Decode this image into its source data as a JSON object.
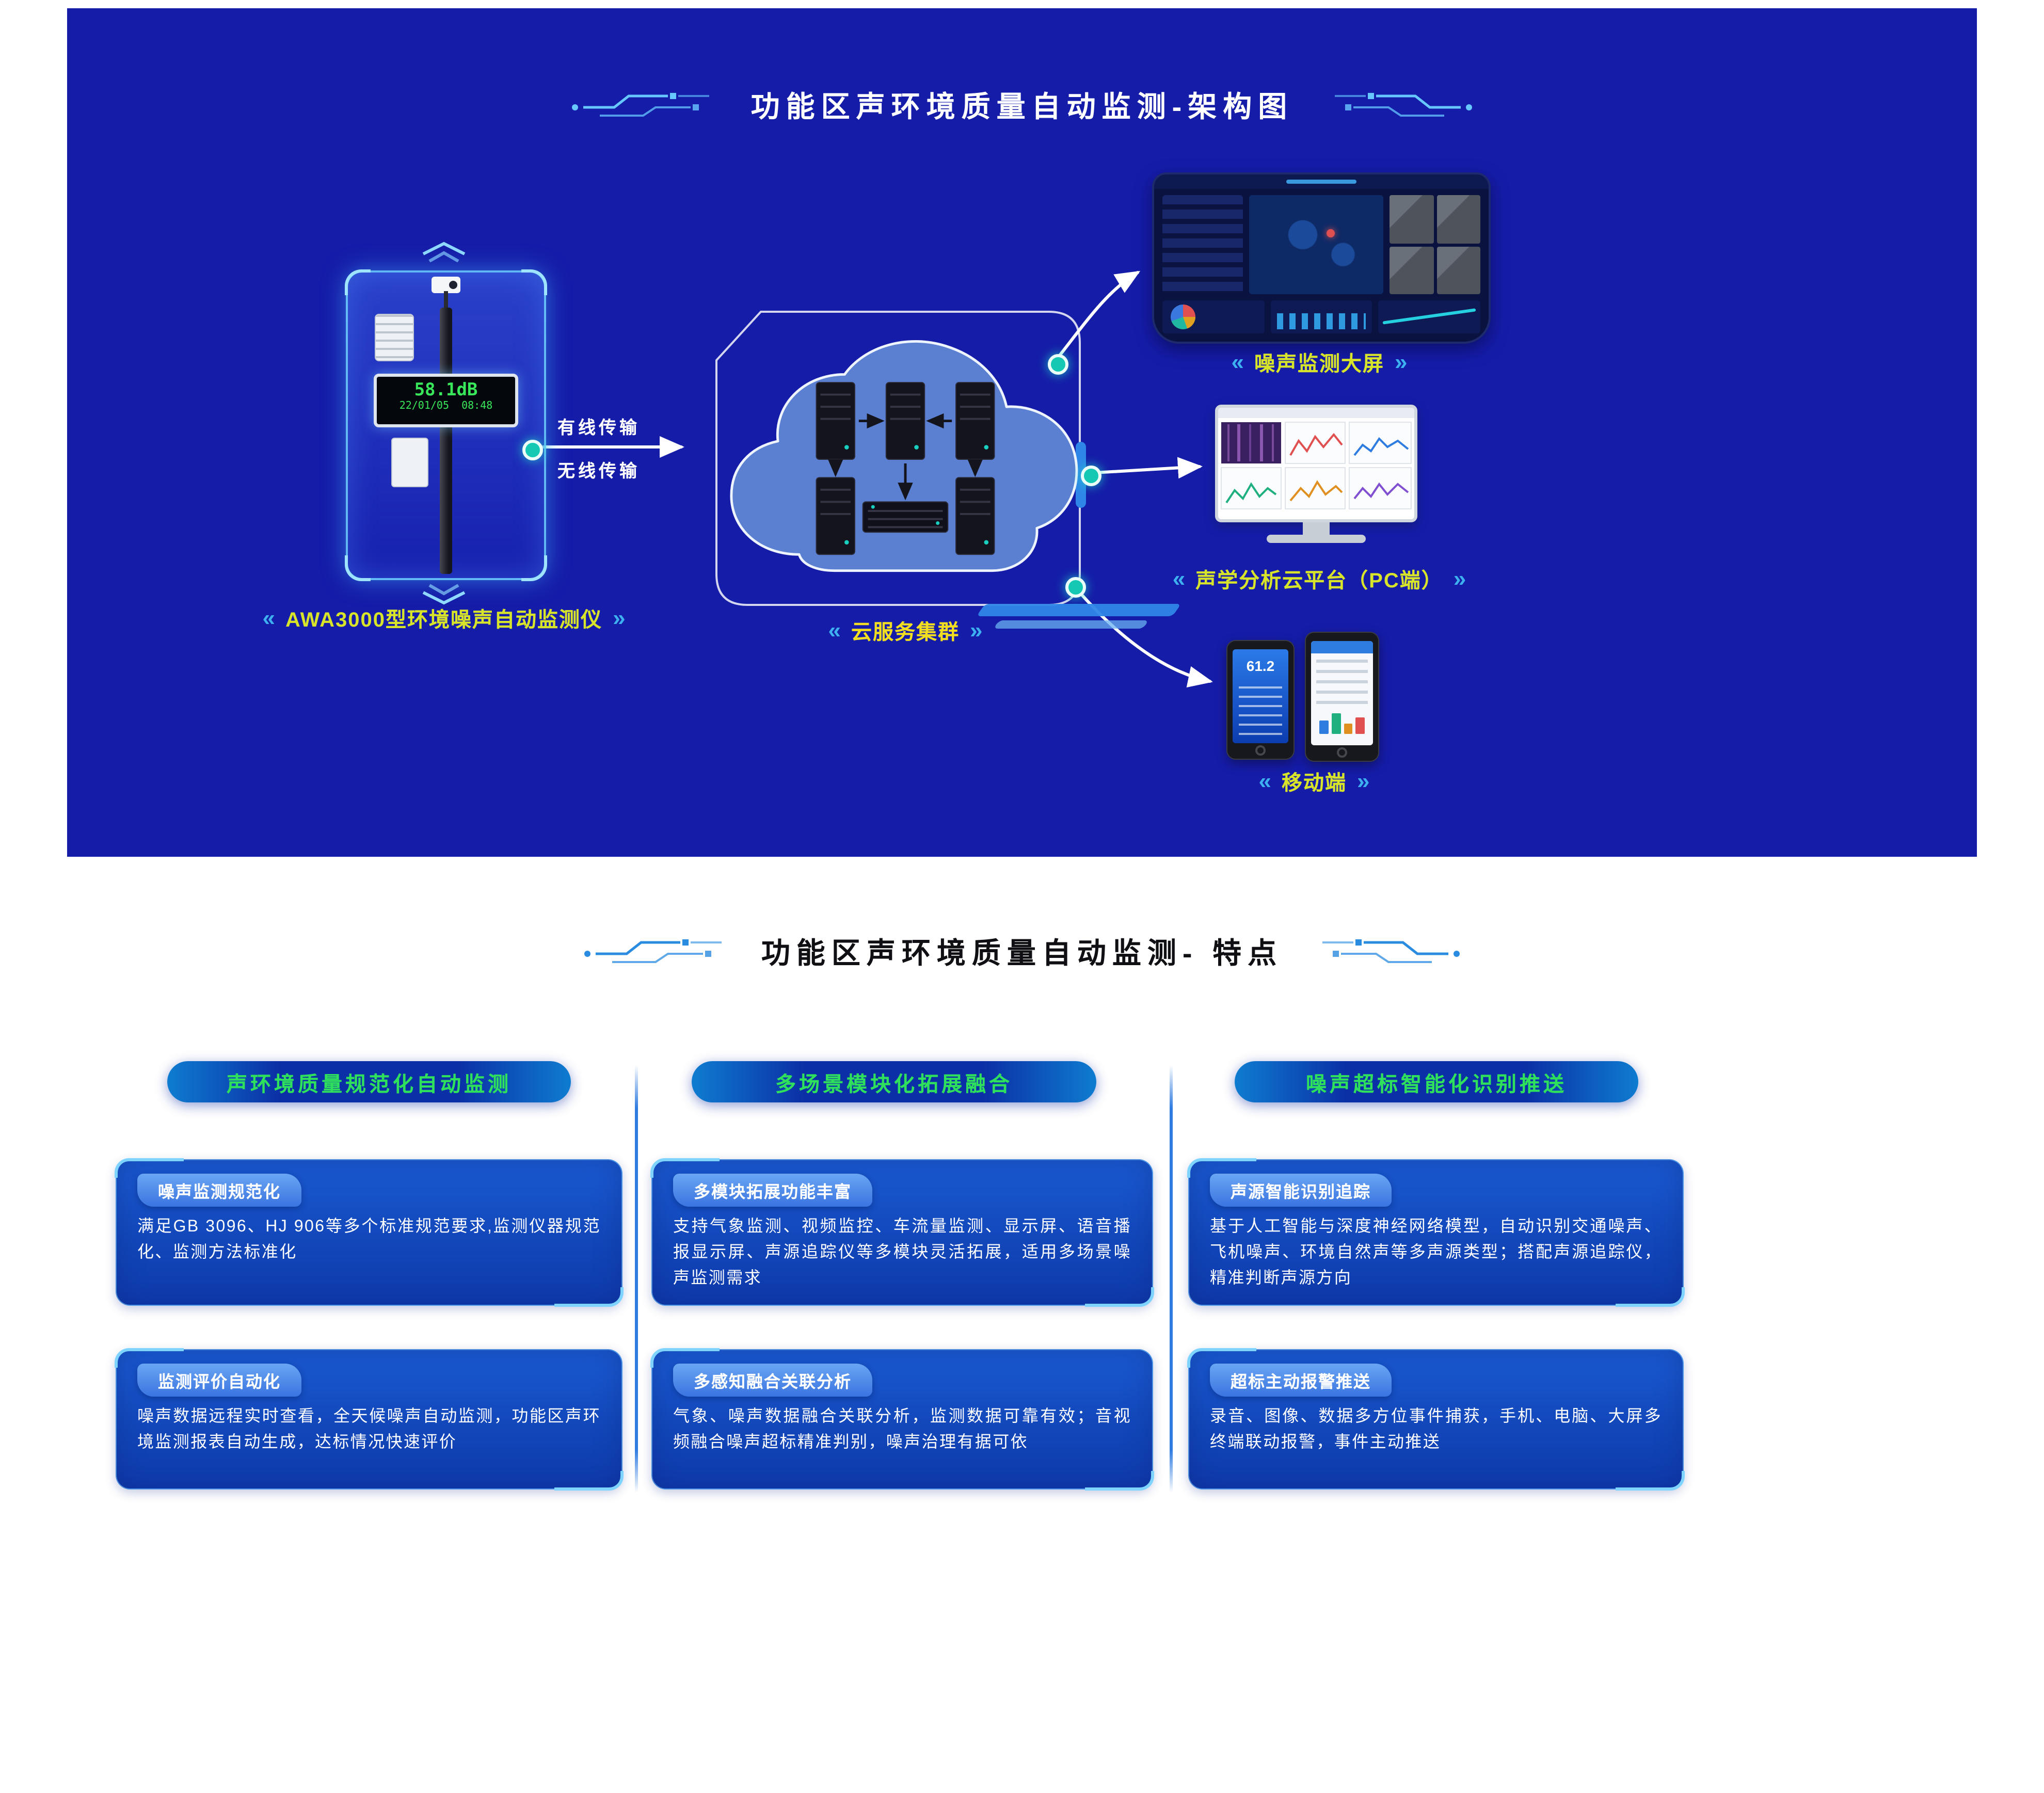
{
  "decor": {
    "chevron_left": "«",
    "chevron_right": "»"
  },
  "colors": {
    "banner_bg": "#151ca8",
    "accent_green": "#2ee05c",
    "label_green": "#d8e42a",
    "label_yellow": "#f2de20",
    "accent_cyan": "#35b4f0",
    "card_blue": "#1247ba",
    "arrow_white": "#ffffff",
    "connector_teal": "#14c8b4"
  },
  "architecture": {
    "title": "功能区声环境质量自动监测-架构图",
    "device": {
      "display_value": "58.1dB",
      "display_datetime": "22/01/05  08:48",
      "label": "AWA3000型环境噪声自动监测仪"
    },
    "transmission": {
      "wired": "有线传输",
      "wireless": "无线传输"
    },
    "cloud": {
      "label": "云服务集群"
    },
    "outputs": {
      "big_screen": {
        "label": "噪声监测大屏"
      },
      "pc": {
        "label": "声学分析云平台（PC端）"
      },
      "mobile": {
        "label": "移动端",
        "phone_value": "61.2"
      }
    }
  },
  "features": {
    "title": "功能区声环境质量自动监测- 特点",
    "columns": [
      {
        "header": "声环境质量规范化自动监测",
        "cards": [
          {
            "tag": "噪声监测规范化",
            "text": "满足GB 3096、HJ 906等多个标准规范要求,监测仪器规范化、监测方法标准化"
          },
          {
            "tag": "监测评价自动化",
            "text": "噪声数据远程实时查看，全天候噪声自动监测，功能区声环境监测报表自动生成，达标情况快速评价"
          }
        ]
      },
      {
        "header": "多场景模块化拓展融合",
        "cards": [
          {
            "tag": "多模块拓展功能丰富",
            "text": "支持气象监测、视频监控、车流量监测、显示屏、语音播报显示屏、声源追踪仪等多模块灵活拓展，适用多场景噪声监测需求"
          },
          {
            "tag": "多感知融合关联分析",
            "text": "气象、噪声数据融合关联分析，监测数据可靠有效；音视频融合噪声超标精准判别，噪声治理有据可依"
          }
        ]
      },
      {
        "header": "噪声超标智能化识别推送",
        "cards": [
          {
            "tag": "声源智能识别追踪",
            "text": "基于人工智能与深度神经网络模型，自动识别交通噪声、飞机噪声、环境自然声等多声源类型；搭配声源追踪仪，精准判断声源方向"
          },
          {
            "tag": "超标主动报警推送",
            "text": "录音、图像、数据多方位事件捕获，手机、电脑、大屏多终端联动报警，事件主动推送"
          }
        ]
      }
    ]
  }
}
